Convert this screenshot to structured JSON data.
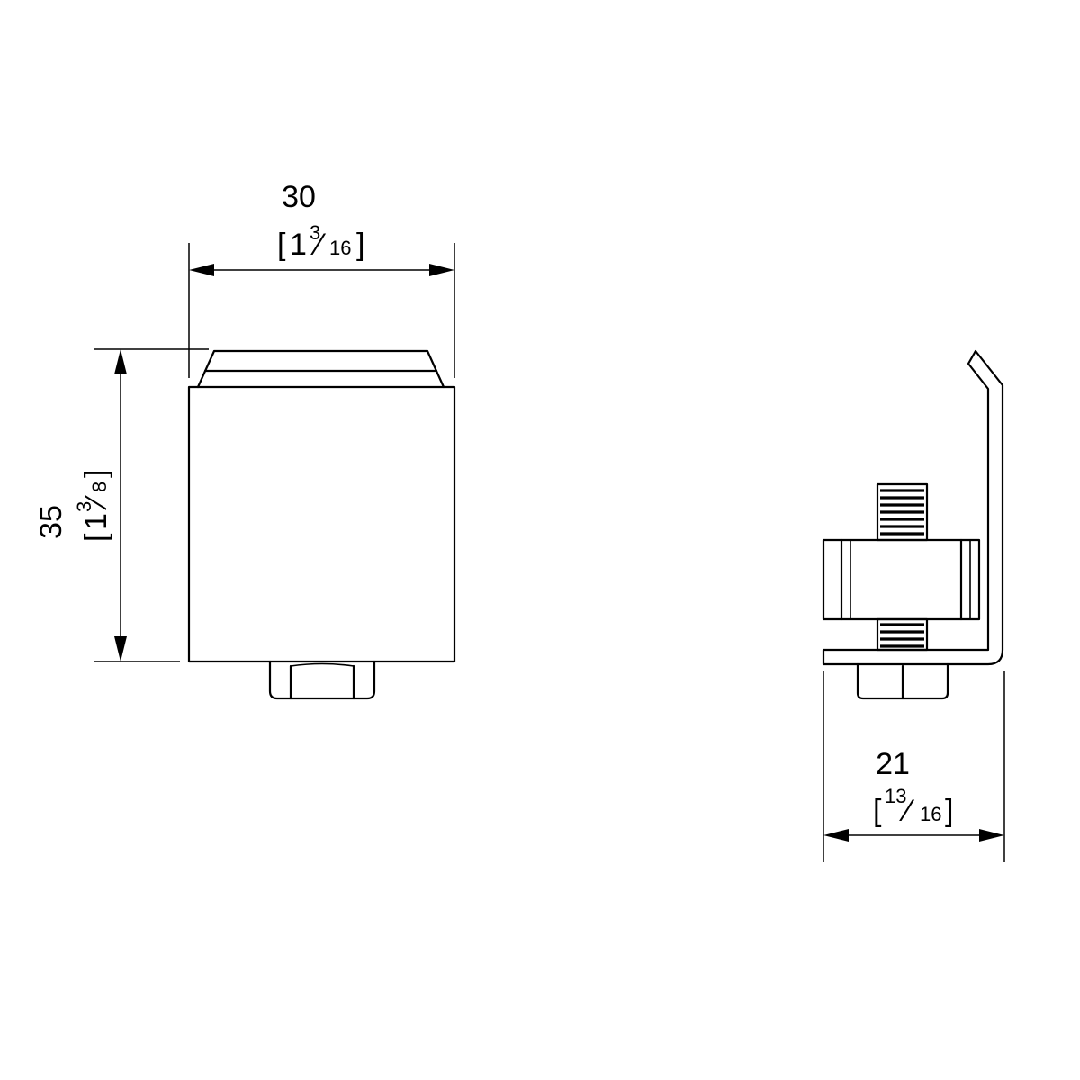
{
  "dimensions": {
    "width_front": {
      "value": "30",
      "bracket_open": "[",
      "whole": "1",
      "num": "3",
      "slash": "⁄",
      "den": "16",
      "bracket_close": "]"
    },
    "height_front": {
      "value": "35",
      "bracket_open": "[",
      "whole": "1",
      "num": "3",
      "slash": "⁄",
      "den": "8",
      "bracket_close": "]"
    },
    "width_side": {
      "value": "21",
      "bracket_open": "[",
      "whole": "",
      "num": "13",
      "slash": "⁄",
      "den": "16",
      "bracket_close": "]"
    }
  }
}
